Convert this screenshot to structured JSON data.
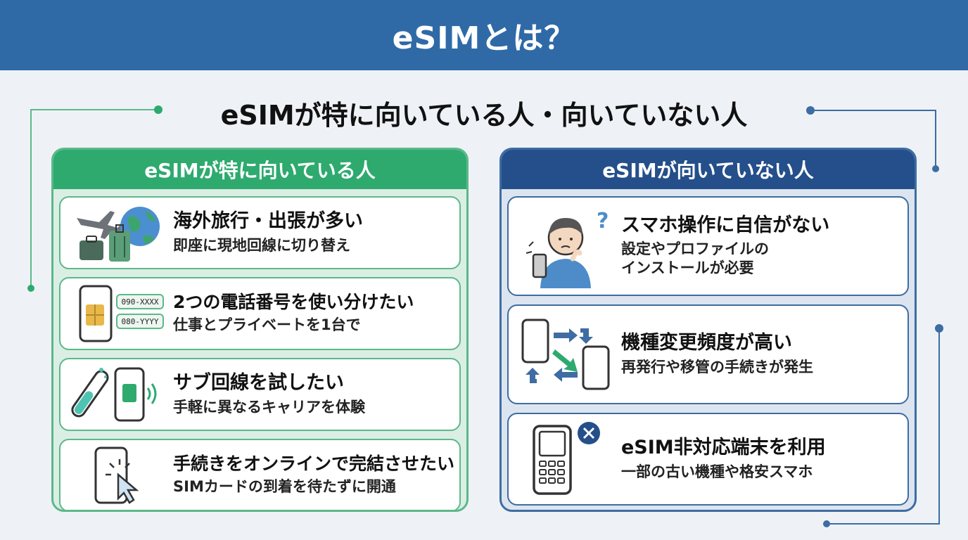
{
  "header": {
    "title": "eSIMとは？"
  },
  "subtitle": "eSIMが特に向いている人・向いていない人",
  "suited": {
    "heading": "eSIMが特に向いている人",
    "items": [
      {
        "icon": "travel-icon",
        "title": "海外旅行・出張が多い",
        "desc": "即座に現地回線に切り替え"
      },
      {
        "icon": "dual-sim-phone-icon",
        "title": "2つの電話番号を使い分けたい",
        "desc": "仕事とプライベートを1台で",
        "tags": [
          "090-XXXX",
          "080-YYYY"
        ]
      },
      {
        "icon": "test-tube-phone-icon",
        "title": "サブ回線を試したい",
        "desc": "手軽に異なるキャリアを体験"
      },
      {
        "icon": "phone-click-icon",
        "title": "手続きをオンラインで完結させたい",
        "desc": "SIMカードの到着を待たずに開通"
      }
    ]
  },
  "unsuited": {
    "heading": "eSIMが向いていない人",
    "items": [
      {
        "icon": "confused-person-icon",
        "title": "スマホ操作に自信がない",
        "desc_lines": [
          "設定やプロファイルの",
          "インストールが必要"
        ]
      },
      {
        "icon": "phone-swap-icon",
        "title": "機種変更頻度が高い",
        "desc": "再発行や移管の手続きが発生"
      },
      {
        "icon": "feature-phone-icon",
        "title": "eSIM非対応端末を利用",
        "desc": "一部の古い機種や格安スマホ"
      }
    ]
  },
  "colors": {
    "banner": "#2f6aa7",
    "green": "#2eaa6f",
    "blue": "#244f8a"
  }
}
